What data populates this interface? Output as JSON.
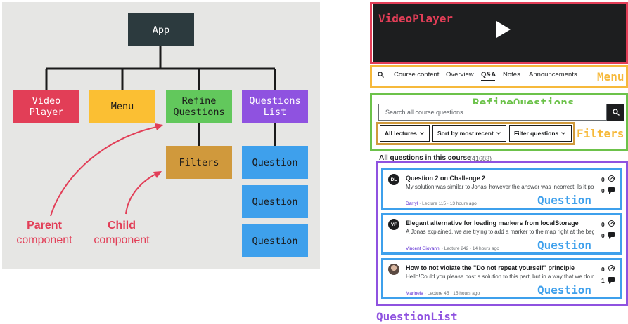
{
  "colors": {
    "app": "#2c3a3e",
    "video_player": "#e23e57",
    "menu": "#fbbf33",
    "refine": "#62c85c",
    "questions_list": "#8f52e0",
    "filters": "#d0993c",
    "question": "#3ea0ec",
    "annotation": "#e23e57",
    "frame_red": "#e23e57",
    "frame_yellow": "#f6b93b",
    "frame_green": "#6cc24a",
    "frame_orange": "#d09a3b",
    "frame_purple": "#8f52e0",
    "frame_blue": "#3ea0ec"
  },
  "tree": {
    "nodes": {
      "app": "App",
      "video_player": "Video\nPlayer",
      "menu": "Menu",
      "refine": "Refine\nQuestions",
      "questions_list": "Questions\nList",
      "filters": "Filters",
      "question_1": "Question",
      "question_2": "Question",
      "question_3": "Question"
    },
    "annotations": {
      "parent_strong": "Parent",
      "parent_rest": "component",
      "child_strong": "Child",
      "child_rest": "component"
    }
  },
  "ui": {
    "labels": {
      "video_player": "VideoPlayer",
      "menu": "Menu",
      "refine": "RefineQuestions",
      "filters": "Filters",
      "question_list": "QuestionList",
      "question": "Question"
    },
    "icons": {
      "search": "search-icon",
      "play": "play-icon",
      "upvote": "upvote-icon",
      "replies": "message-icon"
    },
    "tabs": [
      "Course content",
      "Overview",
      "Q&A",
      "Notes",
      "Announcements"
    ],
    "active_tab": "Q&A",
    "search_placeholder": "Search all course questions",
    "filters": [
      "All lectures",
      "Sort by most recent",
      "Filter questions"
    ],
    "all_questions_label": "All questions in this course",
    "all_questions_count": "(41683)",
    "questions": [
      {
        "avatar": "DL",
        "title": "Question 2 on Challenge 2",
        "body": "My solution was similar to Jonas' however the answer was incorrect. Is it po...",
        "author": "Darryl",
        "meta": " · Lecture 115 · 13 hours ago",
        "upvotes": "0",
        "replies": "0",
        "label": "Question"
      },
      {
        "avatar": "VF",
        "title": "Elegant alternative for loading markers from localStorage",
        "body": "A Jonas explained, we are trying to add a marker to the map right at the beg...",
        "author": "Vincent Giovanni",
        "meta": " · Lecture 242 · 14 hours ago",
        "upvotes": "0",
        "replies": "0",
        "label": "Question"
      },
      {
        "avatar": "",
        "title": "How to not violate the \"Do not repeat yourself\" principle",
        "body": "Hello!Could you please post a solution to this part, but in a way that we do n...",
        "author": "Marinela",
        "meta": " · Lecture 45 · 15 hours ago",
        "upvotes": "0",
        "replies": "1",
        "label": "Question"
      }
    ]
  }
}
